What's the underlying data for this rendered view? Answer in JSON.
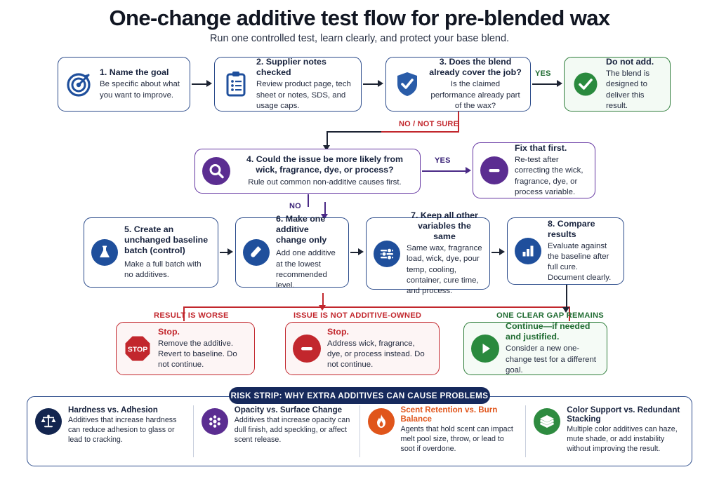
{
  "header": {
    "title": "One-change additive test flow for pre-blended wax",
    "subtitle": "Run one controlled test, learn clearly, and protect your base blend."
  },
  "nodes": {
    "step1": {
      "icon": "target-icon",
      "title": "1. Name the goal",
      "body": "Be specific about what you want to improve.",
      "color": "#1f4f9c"
    },
    "step2": {
      "icon": "clipboard-list-icon",
      "title": "2. Supplier notes checked",
      "body": "Review product page, tech sheet or notes, SDS, and usage caps.",
      "color": "#1f4f9c"
    },
    "step3": {
      "icon": "shield-check-icon",
      "title": "3. Does the blend already cover the job?",
      "body": "Is the claimed performance already part of the wax?",
      "color": "#1f4f9c"
    },
    "donotadd": {
      "icon": "check-circle-icon",
      "title": "Do not add.",
      "body": "The blend is designed to deliver this result.",
      "color": "#2e7d3a"
    },
    "step4": {
      "icon": "magnifier-icon",
      "title": "4. Could the issue be more likely from wick, fragrance, dye, or process?",
      "body": "Rule out common non-additive causes first.",
      "color": "#6233a0"
    },
    "fixfirst": {
      "icon": "no-entry-icon",
      "title": "Fix that first.",
      "body": "Re-test after correcting the wick, fragrance, dye, or process variable.",
      "color": "#5b2d91"
    },
    "step5": {
      "icon": "flask-icon",
      "title": "5. Create an unchanged baseline batch (control)",
      "body": "Make a full batch with no additives.",
      "color": "#1f4f9c"
    },
    "step6": {
      "icon": "test-tube-icon",
      "title": "6. Make one additive change only",
      "body": "Add one additive at the lowest recommended level.",
      "color": "#1f4f9c"
    },
    "step7": {
      "icon": "sliders-icon",
      "title": "7. Keep all other variables the same",
      "body": "Same wax, fragrance load, wick, dye, pour temp, cooling, container, cure time, and process.",
      "color": "#1f4f9c"
    },
    "step8": {
      "icon": "bar-chart-icon",
      "title": "8. Compare results",
      "body": "Evaluate against the baseline after full cure. Document clearly.",
      "color": "#1f4f9c"
    },
    "stopworse": {
      "icon": "stop-sign-icon",
      "title": "Stop.",
      "body": "Remove the additive. Revert to baseline. Do not continue.",
      "color": "#c2272d"
    },
    "stopnotowned": {
      "icon": "no-entry-icon",
      "title": "Stop.",
      "body": "Address wick, fragrance, dye, or process instead. Do not continue.",
      "color": "#c2272d"
    },
    "continue": {
      "icon": "play-circle-icon",
      "title": "Continue—if needed and justified.",
      "body": "Consider a new one-change test for a different goal.",
      "color": "#2e7d3a"
    }
  },
  "connectors": {
    "yes_step3": "YES",
    "no_not_sure": "NO / NOT SURE",
    "yes_step4": "YES",
    "no_step4": "NO",
    "result_is_worse": "RESULT IS WORSE",
    "issue_not_additive": "ISSUE IS NOT ADDITIVE-OWNED",
    "one_clear_gap": "ONE CLEAR GAP REMAINS"
  },
  "risk": {
    "heading": "RISK STRIP: WHY EXTRA ADDITIVES CAN CAUSE PROBLEMS",
    "items": [
      {
        "icon": "scales-icon",
        "title": "Hardness vs. Adhesion",
        "body": "Additives that increase hardness can reduce adhesion to glass or lead to cracking.",
        "color": "#13254f"
      },
      {
        "icon": "dots-cluster-icon",
        "title": "Opacity vs. Surface Change",
        "body": "Additives that increase opacity can dull finish, add speckling, or affect scent release.",
        "color": "#5b2d91"
      },
      {
        "icon": "flame-icon",
        "title": "Scent Retention vs. Burn Balance",
        "body": "Agents that hold scent can impact melt pool size, throw, or lead to soot if overdone.",
        "color": "#e0551b"
      },
      {
        "icon": "layers-icon",
        "title": "Color Support vs. Redundant Stacking",
        "body": "Multiple color additives can haze, mute shade, or add instability without improving the result.",
        "color": "#2e8b40"
      }
    ]
  },
  "palette": {
    "brand_blue": "#1f4f9c",
    "dark_navy": "#16295c",
    "green": "#2e7d3a",
    "red": "#c2272d",
    "purple": "#5b2d91",
    "orange": "#e0551b"
  }
}
